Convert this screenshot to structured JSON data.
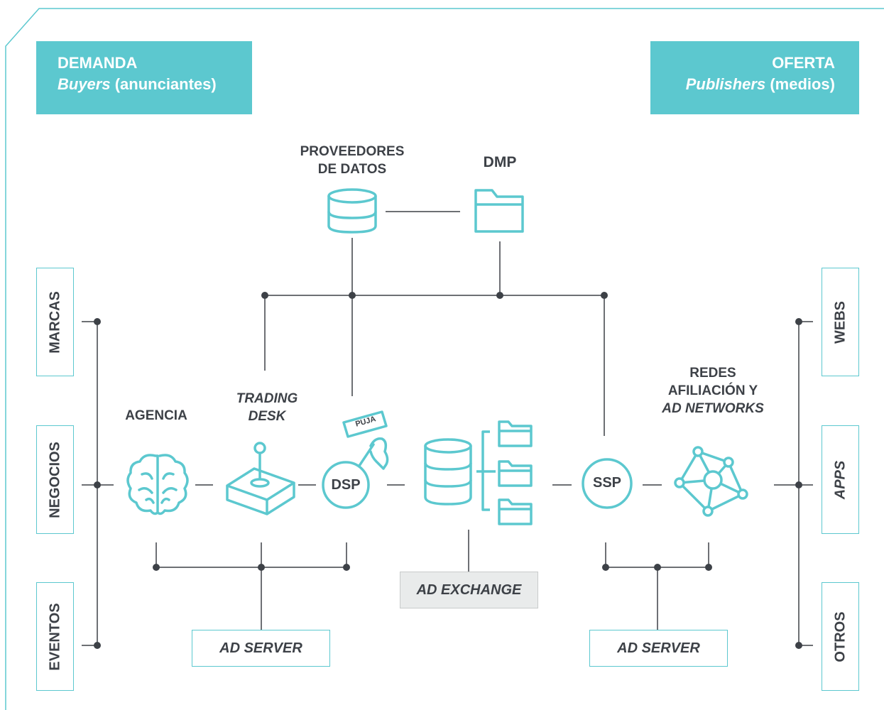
{
  "headers": {
    "demand": {
      "title": "DEMANDA",
      "subtitle_italic": "Buyers",
      "subtitle_rest": " (anunciantes)"
    },
    "supply": {
      "title": "OFERTA",
      "subtitle_italic": "Publishers",
      "subtitle_rest": " (medios)"
    }
  },
  "top": {
    "data_providers": {
      "line1": "PROVEEDORES",
      "line2": "DE DATOS",
      "icon": "database-icon"
    },
    "dmp": {
      "label": "DMP",
      "icon": "folder-icon"
    }
  },
  "left_sources": [
    "MARCAS",
    "NEGOCIOS",
    "EVENTOS"
  ],
  "right_outlets": {
    "webs": "WEBS",
    "apps": "APPS",
    "otros": "OTROS"
  },
  "nodes": {
    "agencia": {
      "label": "AGENCIA",
      "icon": "brain-icon"
    },
    "trading_desk": {
      "line1": "TRADING",
      "line2": "DESK",
      "icon": "joystick-icon"
    },
    "dsp": {
      "label": "DSP",
      "sign": "PUJA",
      "icon": "bid-paddle-icon"
    },
    "ad_exchange": {
      "label": "AD EXCHANGE",
      "icon": "database-folders-icon"
    },
    "ssp": {
      "label": "SSP"
    },
    "redes": {
      "line1": "REDES",
      "line2": "AFILIACIÓN Y",
      "line3": "AD NETWORKS",
      "icon": "network-icon"
    }
  },
  "ad_servers": {
    "left": "AD SERVER",
    "right": "AD SERVER"
  },
  "colors": {
    "teal": "#5cc8cf",
    "dark": "#3d4147",
    "grey_box": "#e9ebeb"
  }
}
